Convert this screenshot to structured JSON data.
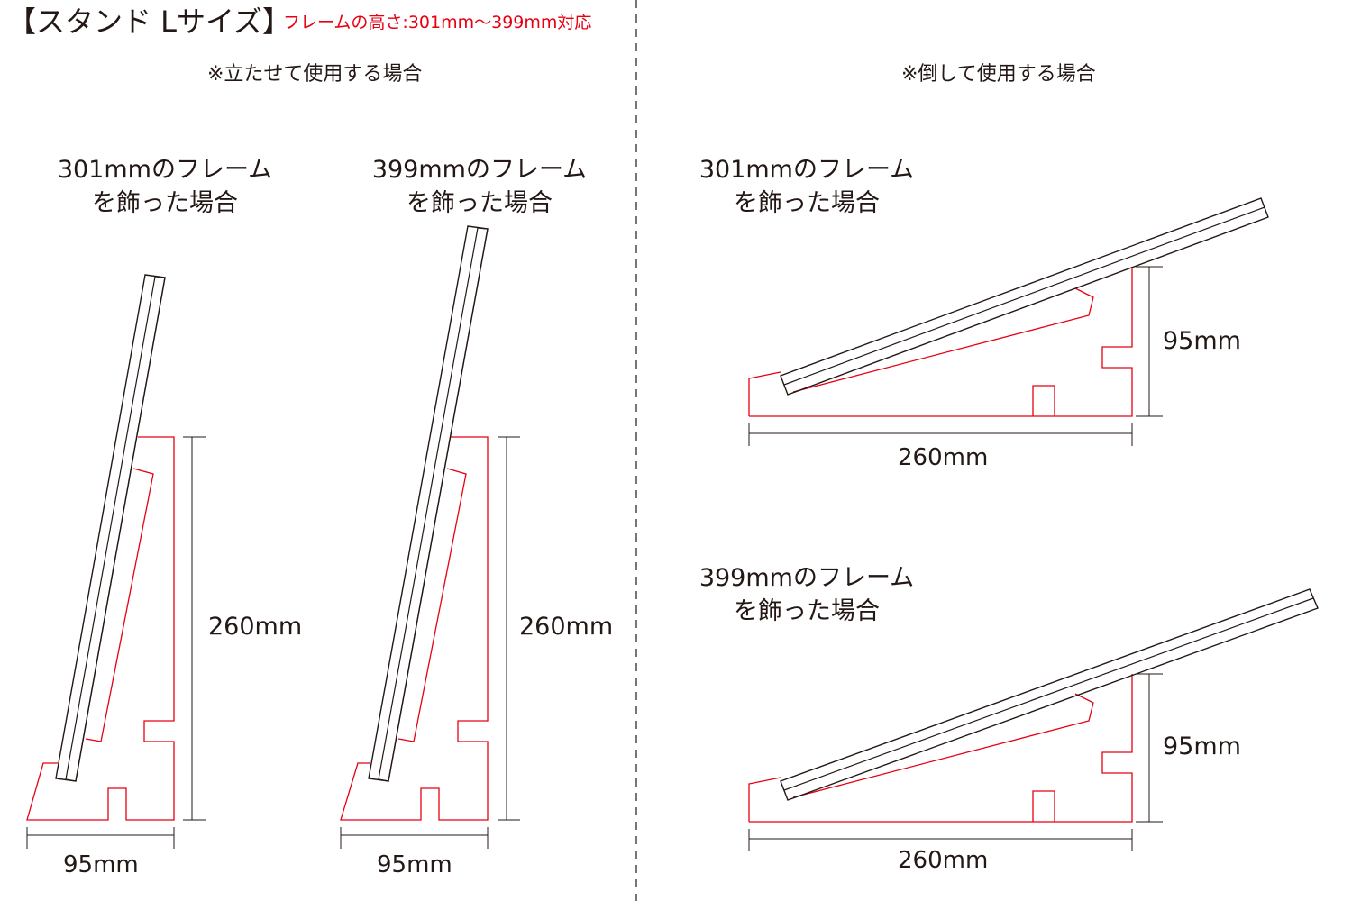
{
  "header": {
    "title": "【スタンド Lサイズ】",
    "note": "フレームの高さ:301mm〜399mm対応"
  },
  "sections": {
    "upright": "※立たせて使用する場合",
    "reclined": "※倒して使用する場合"
  },
  "panels": [
    {
      "caption1": "301mmのフレーム",
      "caption2": "を飾った場合",
      "height_label": "260mm",
      "width_label": "95mm"
    },
    {
      "caption1": "399mmのフレーム",
      "caption2": "を飾った場合",
      "height_label": "260mm",
      "width_label": "95mm"
    },
    {
      "caption1": "301mmのフレーム",
      "caption2": "を飾った場合",
      "height_label": "95mm",
      "width_label": "260mm"
    },
    {
      "caption1": "399mmのフレーム",
      "caption2": "を飾った場合",
      "height_label": "95mm",
      "width_label": "260mm"
    }
  ],
  "colors": {
    "stand_outline": "#e60012",
    "frame_outline": "#231815",
    "note_text": "#e60012"
  }
}
